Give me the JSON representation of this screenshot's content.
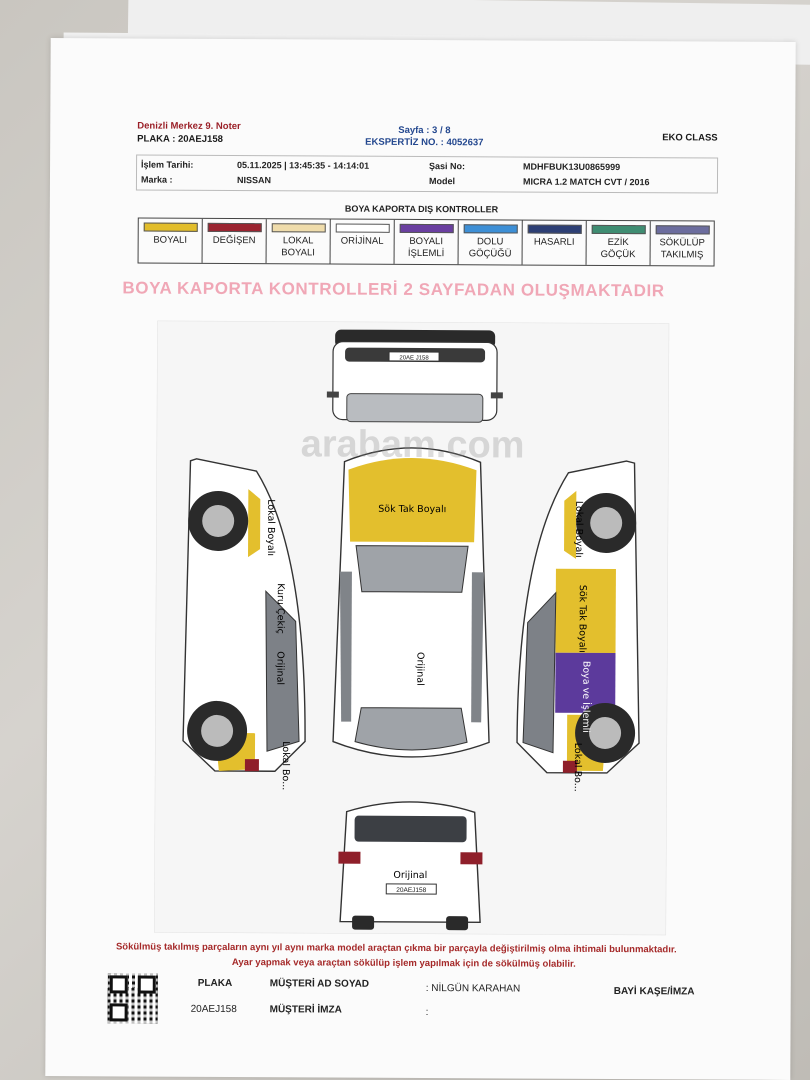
{
  "header": {
    "notary": "Denizli Merkez 9. Noter",
    "plate_line": "PLAKA : 20AEJ158",
    "page": "Sayfa : 3 / 8",
    "expert_no": "EKSPERTİZ NO. : 4052637",
    "class": "EKO CLASS"
  },
  "info": {
    "date_label": "İşlem Tarihi:",
    "date_value": "05.11.2025 | 13:45:35 - 14:14:01",
    "chassis_label": "Şasi No:",
    "chassis_value": "MDHFBUK13U0865999",
    "brand_label": "Marka :",
    "brand_value": "NISSAN",
    "model_label": "Model",
    "model_value": "MICRA 1.2 MATCH CVT / 2016"
  },
  "legend": {
    "title": "BOYA KAPORTA DIŞ KONTROLLER",
    "items": [
      {
        "label": "BOYALI",
        "color": "#e2bd2a"
      },
      {
        "label": "DEĞİŞEN",
        "color": "#9b2430"
      },
      {
        "label": "LOKAL\nBOYALI",
        "color": "#efdcab"
      },
      {
        "label": "ORİJİNAL",
        "color": "#ffffff"
      },
      {
        "label": "BOYALI\nİŞLEMLİ",
        "color": "#6a3fa0"
      },
      {
        "label": "DOLU\nGÖÇÜĞÜ",
        "color": "#3d8fd6"
      },
      {
        "label": "HASARLI",
        "color": "#2d3f75"
      },
      {
        "label": "EZİK\nGÖÇÜK",
        "color": "#3f8d72"
      },
      {
        "label": "SÖKÜLÜP\nTAKILMIŞ",
        "color": "#6c6d9e"
      }
    ]
  },
  "banner": "BOYA KAPORTA KONTROLLERİ 2 SAYFADAN OLUŞMAKTADIR",
  "watermark": "arabam.com",
  "diagram": {
    "hood": "Sök Tak Boyalı",
    "roof": "Orijinal",
    "rear": "Orijinal",
    "left_front": "Lokal Boyalı",
    "left_door_front": "Kuru Çekiç",
    "left_door_rear": "Orijinal",
    "left_rear": "Lokal Bo...",
    "right_front": "Lokal Boyalı",
    "right_door_front": "Sök Tak Boyalı",
    "right_door_rear": "Boya ve İşlemli",
    "right_rear": "Lokal Bo...",
    "front_plate": "20AE J158",
    "rear_plate": "20AEJ158",
    "colors": {
      "painted": "#e3bf2d",
      "processed": "#5c3a9c",
      "changed": "#8f1f2a",
      "body": "#ffffff",
      "glass": "#7d8187",
      "tire": "#2a2a2a"
    }
  },
  "notes": {
    "line1": "Sökülmüş takılmış parçaların aynı yıl aynı marka model araçtan çıkma bir parçayla değiştirilmiş olma ihtimali bulunmaktadır.",
    "line2": "Ayar yapmak veya araçtan sökülüp işlem yapılmak için de sökülmüş olabilir."
  },
  "footer": {
    "plate_label": "PLAKA",
    "plate_value": "20AEJ158",
    "customer_label": "MÜŞTERİ AD SOYAD",
    "customer_value": ": NİLGÜN KARAHAN",
    "signature_label": "MÜŞTERİ İMZA",
    "signature_value": ":",
    "dealer_label": "BAYİ KAŞE/İMZA"
  }
}
